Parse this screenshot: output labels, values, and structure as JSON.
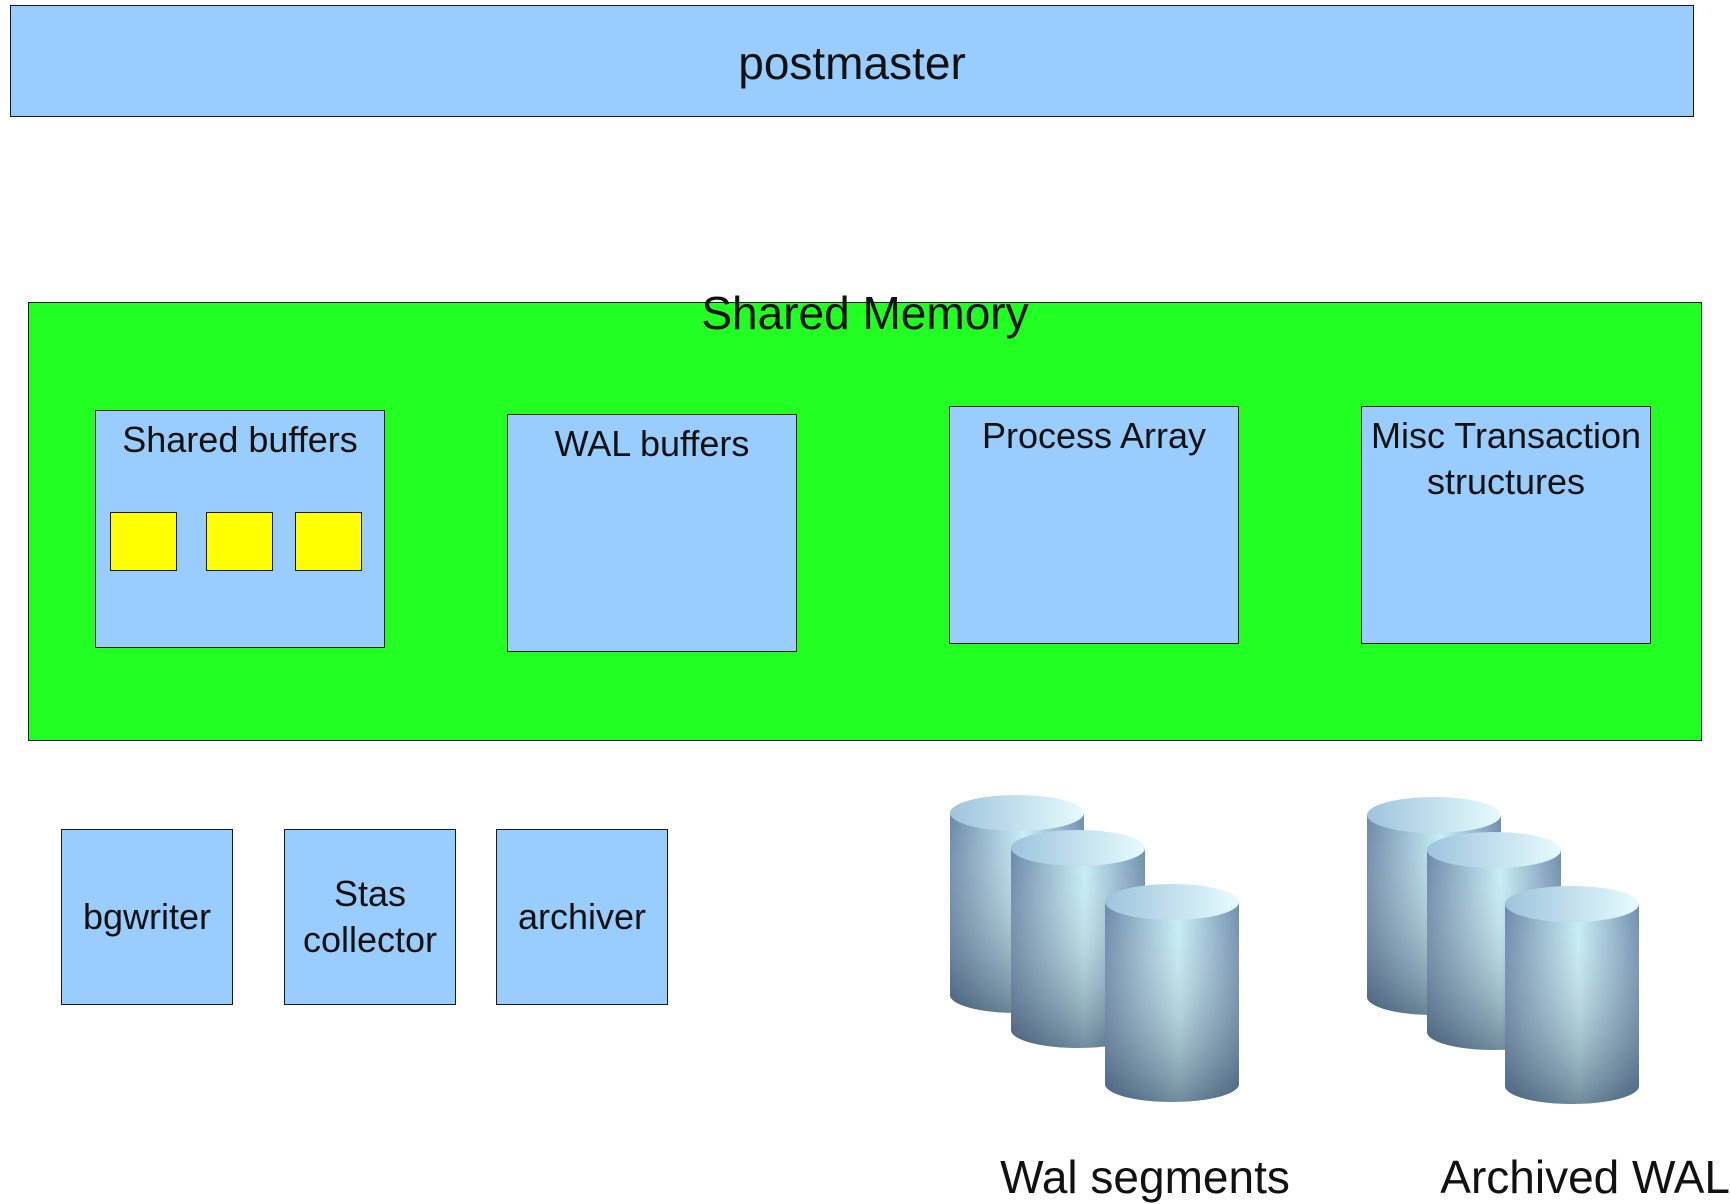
{
  "postmaster": {
    "label": "postmaster"
  },
  "shared_memory": {
    "title": "Shared Memory",
    "shared_buffers": {
      "label": "Shared buffers",
      "buffer_count": 3
    },
    "wal_buffers": {
      "label": "WAL buffers"
    },
    "process_array": {
      "label": "Process Array"
    },
    "misc": {
      "label_line1": "Misc Transaction",
      "label_line2": "structures"
    }
  },
  "processes": {
    "bgwriter": "bgwriter",
    "stats_line1": "Stas",
    "stats_line2": "collector",
    "archiver": "archiver"
  },
  "storage": {
    "wal_segments": "Wal segments",
    "archived_wal": "Archived WAL"
  },
  "colors": {
    "box_blue": "#99ccff",
    "shared_memory_green": "#22ff22",
    "buffer_yellow": "#ffff00"
  }
}
